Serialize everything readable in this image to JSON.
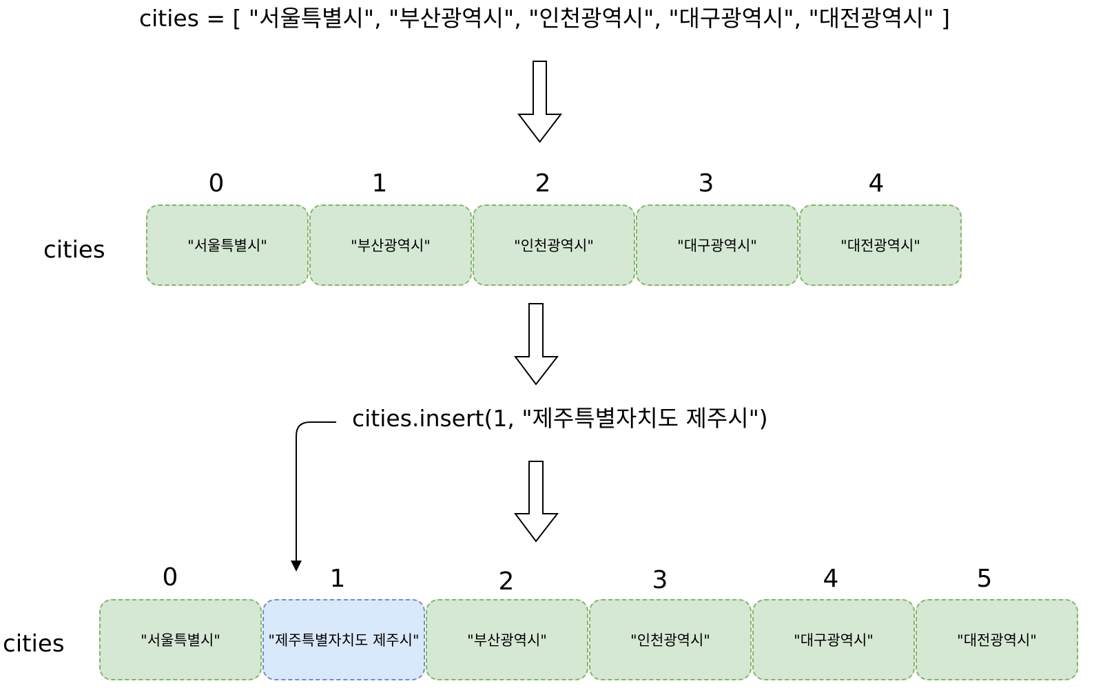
{
  "initial_code": "cities = [ \"서울특별시\", \"부산광역시\", \"인천광역시\", \"대구광역시\", \"대전광역시\" ]",
  "insert_code": "cities.insert(1, \"제주특별자치도 제주시\")",
  "before": {
    "label": "cities",
    "indices": [
      "0",
      "1",
      "2",
      "3",
      "4"
    ],
    "cells": [
      "\"서울특별시\"",
      "\"부산광역시\"",
      "\"인천광역시\"",
      "\"대구광역시\"",
      "\"대전광역시\""
    ]
  },
  "after": {
    "label": "cities",
    "indices": [
      "0",
      "1",
      "2",
      "3",
      "4",
      "5"
    ],
    "cells": [
      "\"서울특별시\"",
      "\"제주특별자치도 제주시\"",
      "\"부산광역시\"",
      "\"인천광역시\"",
      "\"대구광역시\"",
      "\"대전광역시\""
    ],
    "inserted_index": 1
  },
  "colors": {
    "cell_fill": "#d5e8d4",
    "cell_border": "#82b366",
    "inserted_fill": "#dae8fc",
    "inserted_border": "#6c8ebf"
  }
}
